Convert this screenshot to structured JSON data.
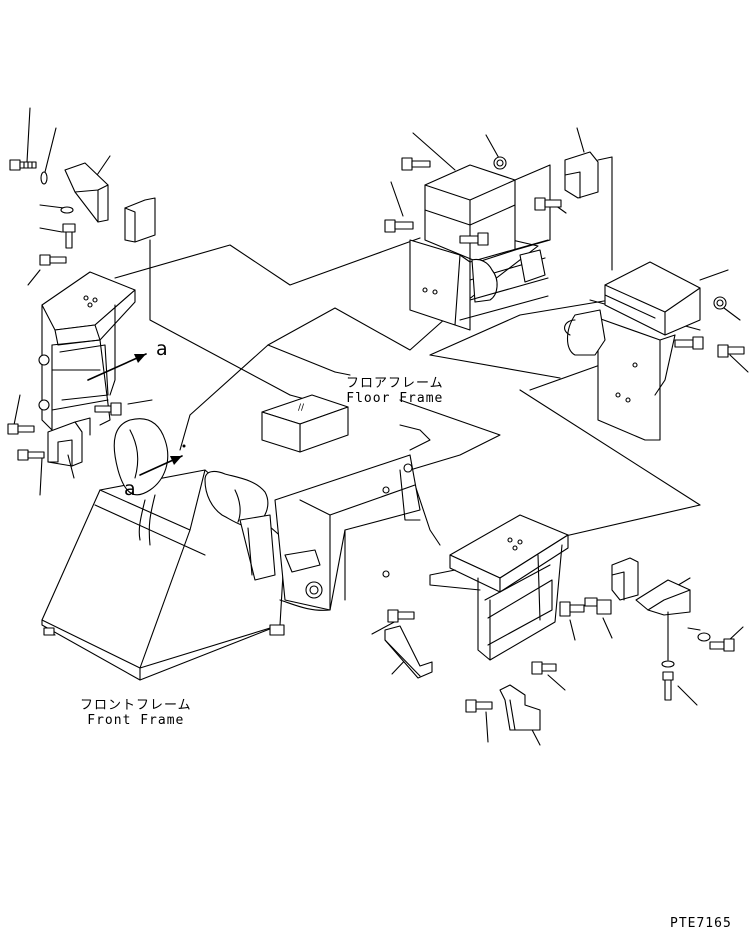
{
  "labels": {
    "floor_frame_jp": "フロアフレーム",
    "floor_frame_en": "Floor Frame",
    "front_frame_jp": "フロントフレーム",
    "front_frame_en": "Front Frame",
    "view_marker_a1": "a",
    "view_marker_a2": "a"
  },
  "drawing_code": "PTE7165"
}
